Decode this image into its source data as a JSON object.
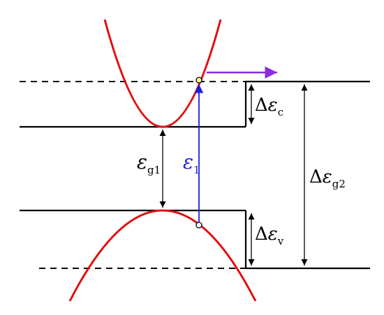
{
  "diagram": {
    "labels": {
      "delta_eps_c": {
        "prefix": "Δ",
        "symbol": "ε",
        "sub": "c"
      },
      "delta_eps_v": {
        "prefix": "Δ",
        "symbol": "ε",
        "sub": "v"
      },
      "eps_g1": {
        "prefix": "",
        "symbol": "ε",
        "sub": "g1"
      },
      "eps_1": {
        "prefix": "",
        "symbol": "ε",
        "sub": "1"
      },
      "delta_eps_g2": {
        "prefix": "Δ",
        "symbol": "ε",
        "sub": "g2"
      }
    },
    "colors": {
      "band_line": "#000000",
      "dispersion_curve": "#e01010",
      "transition_arrow": "#1f1fd6",
      "escape_arrow": "#8a2be2",
      "state_marker_fill": "#fff59d"
    }
  }
}
